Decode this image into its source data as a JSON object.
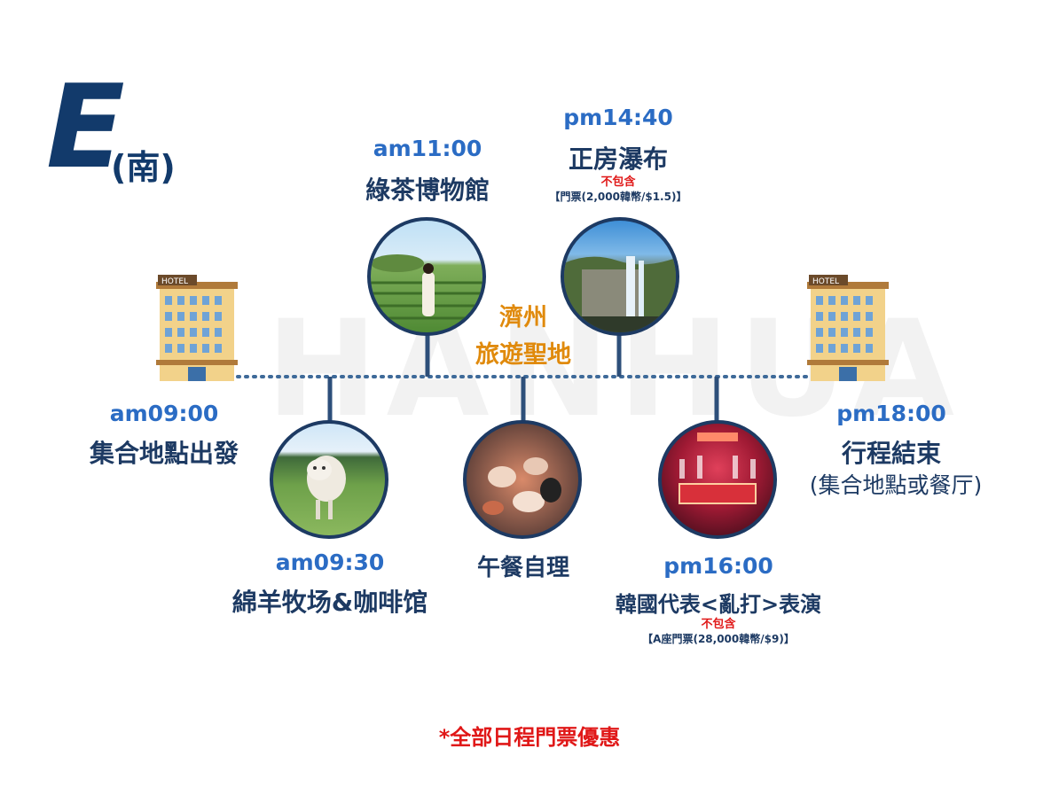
{
  "header": {
    "letter": "E",
    "region": "(南)"
  },
  "watermark": "HANHUA",
  "center_label": {
    "line1": "濟州",
    "line2": "旅遊聖地"
  },
  "stops": {
    "start": {
      "time": "am09:00",
      "title": "集合地點出發"
    },
    "sheep": {
      "time": "am09:30",
      "title": "綿羊牧场&咖啡馆"
    },
    "tea": {
      "time": "am11:00",
      "title": "綠茶博物館"
    },
    "lunch": {
      "title": "午餐自理"
    },
    "waterfall": {
      "time": "pm14:40",
      "title": "正房瀑布",
      "not_included": "不包含",
      "ticket": "【門票(2,000韓幣/$1.5)】"
    },
    "nanta": {
      "time": "pm16:00",
      "title": "韓國代表<亂打>表演",
      "not_included": "不包含",
      "ticket": "【A座門票(28,000韓幣/$9)】"
    },
    "end": {
      "time": "pm18:00",
      "title": "行程結束",
      "subtitle": "(集合地點或餐厅)"
    }
  },
  "hotel_sign": "HOTEL",
  "footer_note": "*全部日程門票優惠",
  "colors": {
    "navy": "#1d3a63",
    "time_blue": "#2b6cc4",
    "red": "#e01818",
    "orange": "#e08a0c"
  }
}
